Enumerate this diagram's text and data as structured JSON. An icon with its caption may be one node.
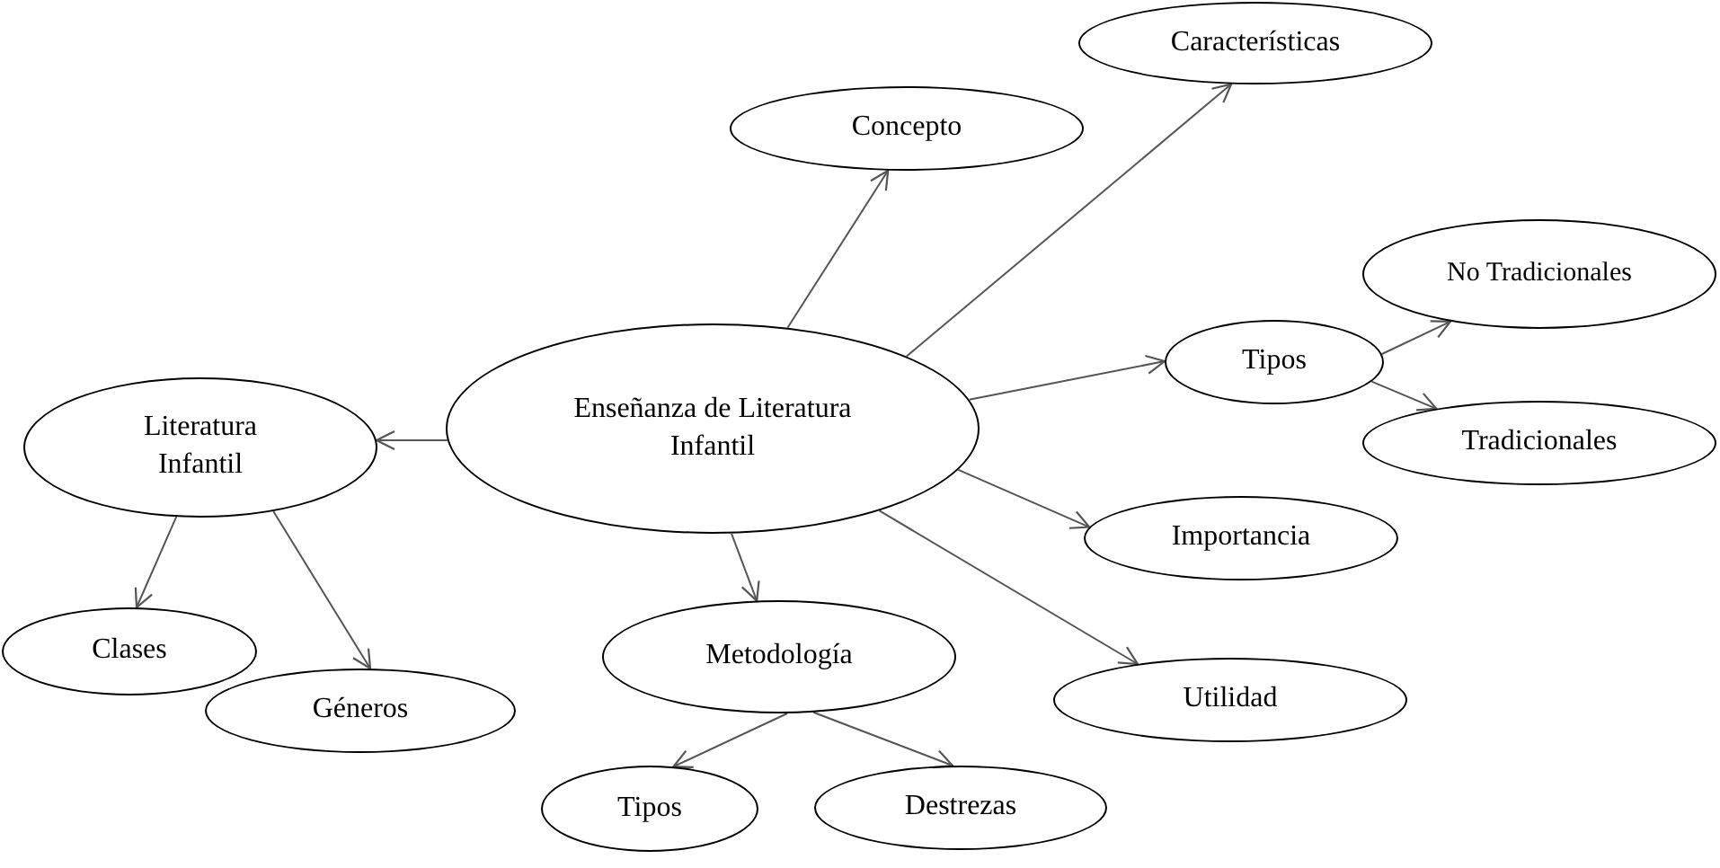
{
  "diagram": {
    "nodes": [
      {
        "text": [
          "Enseñanza de Literatura Infantil"
        ]
      },
      {
        "text": [
          "Concepto"
        ]
      },
      {
        "text": [
          "Características"
        ]
      },
      {
        "text": [
          "Tipos"
        ]
      },
      {
        "text": [
          "No Tradicionales"
        ]
      },
      {
        "text": [
          "Tradicionales"
        ]
      },
      {
        "text": [
          "Importancia"
        ]
      },
      {
        "text": [
          "Utilidad"
        ]
      },
      {
        "text": [
          "Literatura Infantil"
        ]
      },
      {
        "text": [
          "Clases"
        ]
      },
      {
        "text": [
          "Géneros"
        ]
      },
      {
        "text": [
          "Metodología"
        ]
      },
      {
        "text": [
          "Tipos"
        ]
      },
      {
        "text": [
          "Destrezas"
        ]
      }
    ],
    "edges": [
      {
        "from": 0,
        "to": 1,
        "arrow": "to"
      },
      {
        "from": 0,
        "to": 2,
        "arrow": "to"
      },
      {
        "from": 0,
        "to": 3,
        "arrow": "to"
      },
      {
        "from": 3,
        "to": 4,
        "arrow": "to"
      },
      {
        "from": 3,
        "to": 5,
        "arrow": "to"
      },
      {
        "from": 0,
        "to": 6,
        "arrow": "to"
      },
      {
        "from": 0,
        "to": 7,
        "arrow": "to"
      },
      {
        "from": 0,
        "to": 8,
        "arrow": "to"
      },
      {
        "from": 8,
        "to": 9,
        "arrow": "to"
      },
      {
        "from": 8,
        "to": 10,
        "arrow": "to"
      },
      {
        "from": 0,
        "to": 11,
        "arrow": "to"
      },
      {
        "from": 11,
        "to": 12,
        "arrow": "to"
      },
      {
        "from": 11,
        "to": 13,
        "arrow": "to"
      }
    ]
  }
}
